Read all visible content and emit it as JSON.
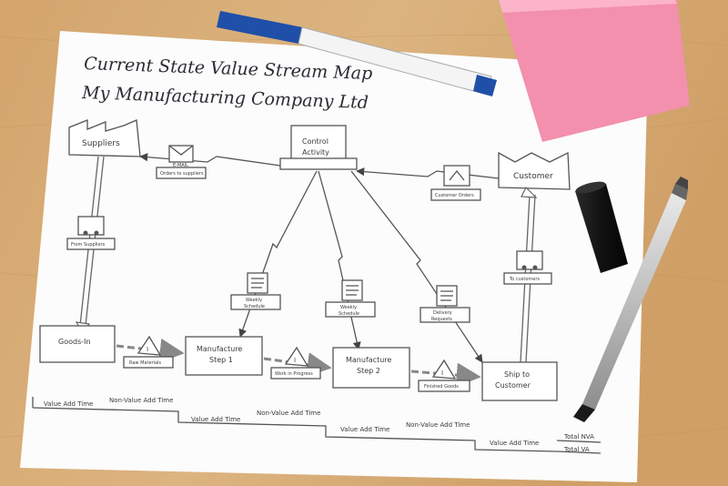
{
  "title": {
    "line1": "Current State Value Stream Map",
    "line2": "My Manufacturing Company Ltd"
  },
  "nodes": {
    "suppliers": "Suppliers",
    "control": [
      "Control",
      "Activity"
    ],
    "customer": "Customer",
    "goods_in": "Goods-In",
    "step1": [
      "Manufacture",
      "Step 1"
    ],
    "step2": [
      "Manufacture",
      "Step 2"
    ],
    "ship": [
      "Ship to",
      "Customer"
    ]
  },
  "tags": {
    "email": "E-MAIL",
    "orders_to_suppliers": "Orders to suppliers",
    "customer_orders": "Customer Orders",
    "from_suppliers": "From Suppliers",
    "to_customers": "To customers",
    "weekly_schedule_1": [
      "Weekly",
      "Schedule"
    ],
    "weekly_schedule_2": [
      "Weekly",
      "Schedule"
    ],
    "delivery_requests": [
      "Delivery",
      "Requests"
    ],
    "raw_materials": "Raw Materials",
    "work_in_progress": "Work in Progress",
    "finished_goods": "Finished Goods",
    "inventory_letter": "I"
  },
  "timeline": {
    "vat_1": "Value Add Time",
    "nvat_1": "Non-Value Add Time",
    "vat_2": "Value Add Time",
    "nvat_2": "Non-Value Add Time",
    "vat_3": "Value Add Time",
    "nvat_3": "Non-Value Add Time",
    "vat_4": "Value Add Time",
    "total_nva": "Total NVA",
    "total_va": "Total VA"
  },
  "colors": {
    "table": "#d9b27c",
    "paper": "#fcfcfc",
    "sticky_note": "#f79ab6",
    "marker_blue": "#1f4fa8",
    "ink": "#555555"
  },
  "icons": [
    "factory-icon",
    "envelope-icon",
    "truck-icon",
    "document-icon",
    "inventory-triangle-icon",
    "telephone-icon",
    "pen",
    "marker",
    "marker-cap"
  ]
}
